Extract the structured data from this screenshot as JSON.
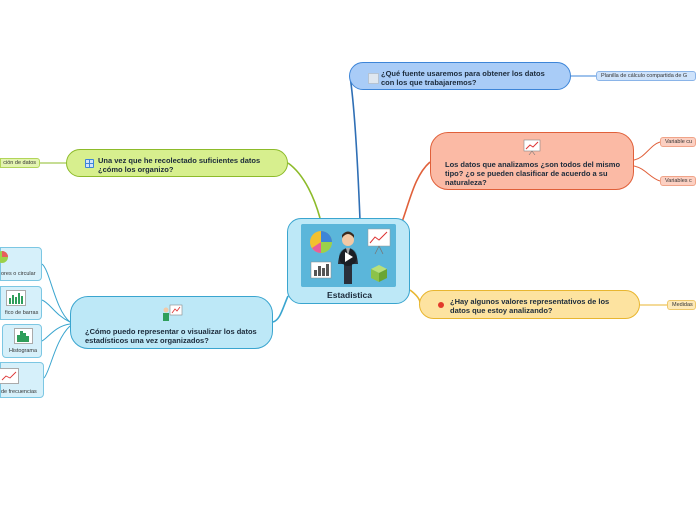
{
  "center": {
    "label": "Estadistica"
  },
  "topics": [
    {
      "id": "fuente",
      "label": "¿Qué fuente usaremos para obtener los datos con los que trabajaremos?",
      "color": "#a9ccf7",
      "border": "#3d85d8",
      "icon": "note-icon",
      "children": [
        "Planilla de cálculo compartida de G"
      ]
    },
    {
      "id": "tipos",
      "label": "Los datos que analizamos ¿son todos del mismo tipo? ¿o se pueden clasificar de acuerdo a su naturaleza?",
      "color": "#fbbaa5",
      "border": "#e0603a",
      "icon": "chart-board-icon",
      "children": [
        "Variable cu",
        "Variables c"
      ]
    },
    {
      "id": "valores",
      "label": "¿Hay algunos valores representativos de los datos que estoy analizando?",
      "color": "#fde3a0",
      "border": "#e8b630",
      "icon": "red-dot-icon",
      "children": [
        "Medidas"
      ]
    },
    {
      "id": "organizo",
      "label": "Una vez que he recolectado suficientes datos ¿cómo los organizo?",
      "color": "#d7ef8e",
      "border": "#8dbb2a",
      "icon": "grid-icon",
      "children": [
        "ción de datos"
      ]
    },
    {
      "id": "representar",
      "label": "¿Cómo puedo representar o visualizar los datos estadísticos una vez organizados?",
      "color": "#bde8f7",
      "border": "#3aa5cf",
      "icon": "presenter-icon",
      "children": [
        "ores o circular",
        "fico de barras",
        "Histograma",
        "de frecuencias"
      ]
    }
  ],
  "colors": {
    "line_blue": "#2f6fb5",
    "line_orange": "#e0603a",
    "line_yellow": "#e8b630",
    "line_green": "#8dbb2a",
    "line_cyan": "#3aa5cf"
  }
}
